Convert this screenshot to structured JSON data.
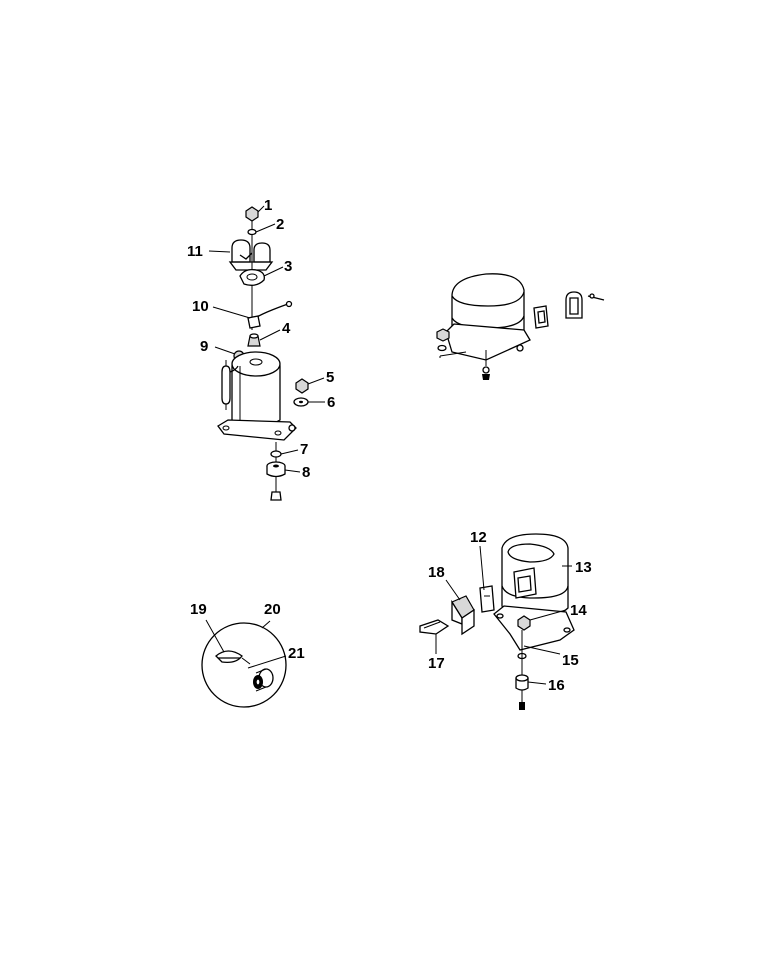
{
  "diagram": {
    "callouts": {
      "c1": "1",
      "c2": "2",
      "c3": "3",
      "c4": "4",
      "c5": "5",
      "c6": "6",
      "c7": "7",
      "c8": "8",
      "c9": "9",
      "c10": "10",
      "c11": "11",
      "c12": "12",
      "c13": "13",
      "c14": "14",
      "c15": "15",
      "c16": "16",
      "c17": "17",
      "c18": "18",
      "c19": "19",
      "c20": "20",
      "c21": "21"
    }
  }
}
